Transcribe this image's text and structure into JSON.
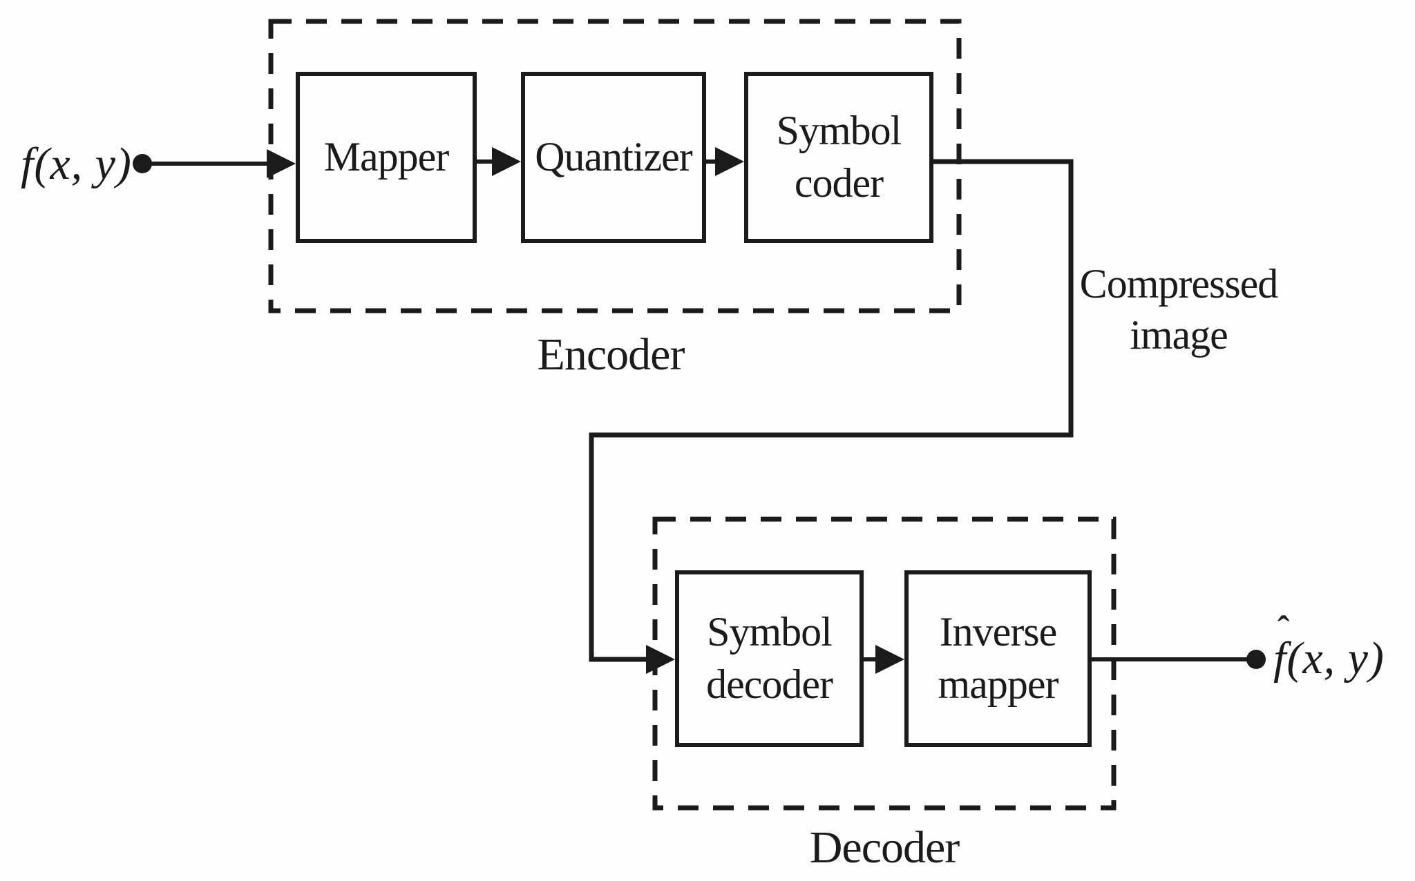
{
  "figure": {
    "colors": {
      "ink": "#1b1b1b",
      "background": "#fefefe"
    },
    "input_label": {
      "text": "f(x, y)"
    },
    "output_label": {
      "hat": "ˆ",
      "text": "f(x, y)"
    },
    "encoder": {
      "title": "Encoder",
      "blocks": [
        {
          "label": "Mapper"
        },
        {
          "label": "Quantizer"
        },
        {
          "label": "Symbol coder"
        }
      ]
    },
    "decoder": {
      "title": "Decoder",
      "blocks": [
        {
          "label": "Symbol decoder"
        },
        {
          "label": "Inverse mapper"
        }
      ]
    },
    "connector_label": {
      "line1": "Compressed",
      "line2": "image"
    }
  }
}
